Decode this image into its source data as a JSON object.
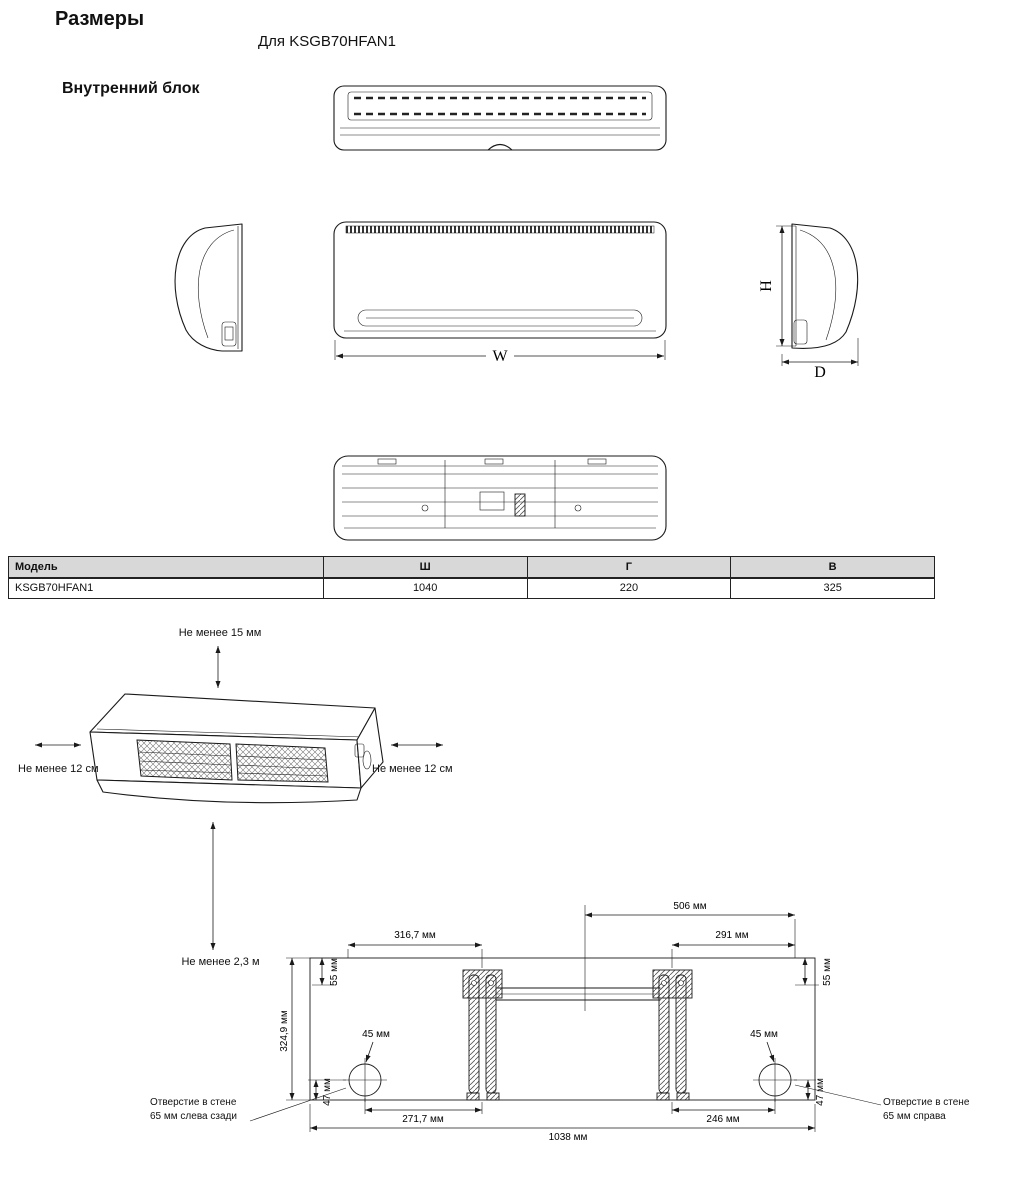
{
  "page": {
    "title": "Размеры",
    "subtitle": "Для KSGB70HFAN1",
    "section": "Внутренний блок"
  },
  "views": {
    "width_label": "W",
    "height_label": "H",
    "depth_label": "D"
  },
  "table": {
    "headers": [
      "Модель",
      "Ш",
      "Г",
      "В"
    ],
    "rows": [
      [
        "KSGB70HFAN1",
        "1040",
        "220",
        "325"
      ]
    ]
  },
  "clearance": {
    "top": "Не менее 15 мм",
    "left": "Не менее 12 см",
    "right": "Не менее 12 см",
    "bottom": "Не менее 2,3 м"
  },
  "mounting": {
    "dims": {
      "d506": "506 мм",
      "d316_7": "316,7 мм",
      "d291": "291 мм",
      "d55_left": "55 мм",
      "d55_right": "55 мм",
      "d324_9": "324,9 мм",
      "d45_left": "45 мм",
      "d45_right": "45 мм",
      "d47_left": "47 мм",
      "d47_right": "47 мм",
      "d271_7": "271,7 мм",
      "d246": "246 мм",
      "d1038": "1038 мм"
    },
    "note_left": [
      "Отверстие в стене",
      "65 мм слева сзади"
    ],
    "note_right": [
      "Отверстие в стене",
      "65 мм справа"
    ]
  }
}
